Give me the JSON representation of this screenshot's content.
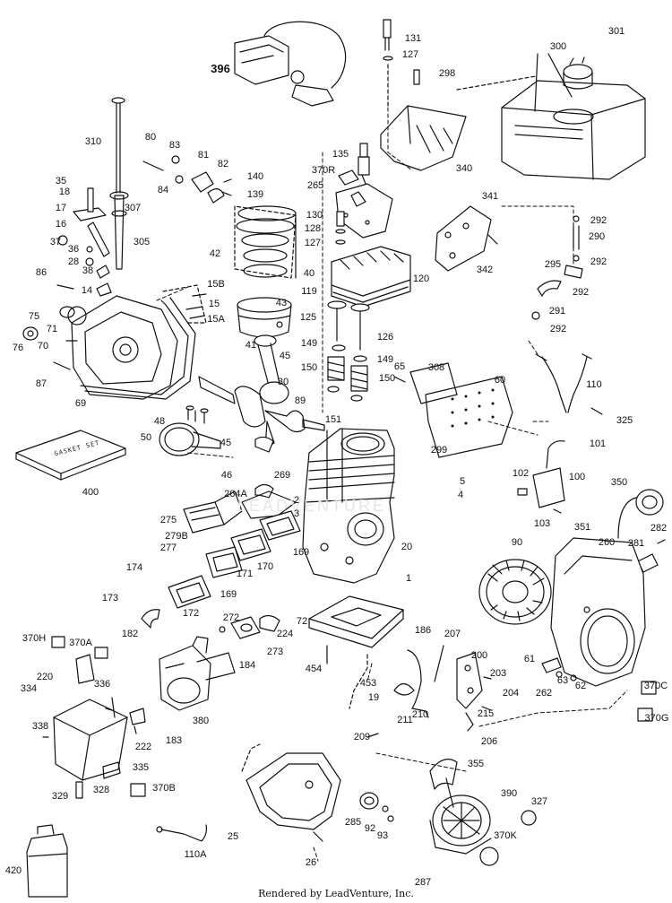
{
  "footer": "Rendered by LeadVenture, Inc.",
  "watermark": "LEADVENTURE",
  "gasket_set_text": "GASKET SET",
  "labels": [
    {
      "id": "396",
      "text": "396",
      "big": true
    },
    {
      "id": "131",
      "text": "131"
    },
    {
      "id": "127a",
      "text": "127"
    },
    {
      "id": "298",
      "text": "298"
    },
    {
      "id": "301",
      "text": "301"
    },
    {
      "id": "300",
      "text": "300"
    },
    {
      "id": "310",
      "text": "310"
    },
    {
      "id": "80",
      "text": "80"
    },
    {
      "id": "83",
      "text": "83"
    },
    {
      "id": "81",
      "text": "81"
    },
    {
      "id": "82",
      "text": "82"
    },
    {
      "id": "140",
      "text": "140"
    },
    {
      "id": "84",
      "text": "84"
    },
    {
      "id": "139",
      "text": "139"
    },
    {
      "id": "135",
      "text": "135"
    },
    {
      "id": "370R",
      "text": "370R"
    },
    {
      "id": "340",
      "text": "340"
    },
    {
      "id": "265",
      "text": "265"
    },
    {
      "id": "35",
      "text": "35"
    },
    {
      "id": "18",
      "text": "18"
    },
    {
      "id": "307",
      "text": "307"
    },
    {
      "id": "17",
      "text": "17"
    },
    {
      "id": "16",
      "text": "16"
    },
    {
      "id": "305",
      "text": "305"
    },
    {
      "id": "37",
      "text": "37"
    },
    {
      "id": "36",
      "text": "36"
    },
    {
      "id": "28",
      "text": "28"
    },
    {
      "id": "38",
      "text": "38"
    },
    {
      "id": "86",
      "text": "86"
    },
    {
      "id": "14",
      "text": "14"
    },
    {
      "id": "42",
      "text": "42"
    },
    {
      "id": "40",
      "text": "40"
    },
    {
      "id": "130",
      "text": "130"
    },
    {
      "id": "128",
      "text": "128"
    },
    {
      "id": "127b",
      "text": "127"
    },
    {
      "id": "341",
      "text": "341"
    },
    {
      "id": "342",
      "text": "342"
    },
    {
      "id": "292a",
      "text": "292"
    },
    {
      "id": "290",
      "text": "290"
    },
    {
      "id": "292b",
      "text": "292"
    },
    {
      "id": "295",
      "text": "295"
    },
    {
      "id": "292c",
      "text": "292"
    },
    {
      "id": "291",
      "text": "291"
    },
    {
      "id": "292d",
      "text": "292"
    },
    {
      "id": "15B",
      "text": "15B"
    },
    {
      "id": "15",
      "text": "15"
    },
    {
      "id": "15A",
      "text": "15A"
    },
    {
      "id": "43",
      "text": "43"
    },
    {
      "id": "41",
      "text": "41"
    },
    {
      "id": "119",
      "text": "119"
    },
    {
      "id": "120",
      "text": "120"
    },
    {
      "id": "125",
      "text": "125"
    },
    {
      "id": "126",
      "text": "126"
    },
    {
      "id": "75",
      "text": "75"
    },
    {
      "id": "71",
      "text": "71"
    },
    {
      "id": "76",
      "text": "76"
    },
    {
      "id": "70",
      "text": "70"
    },
    {
      "id": "87",
      "text": "87"
    },
    {
      "id": "69",
      "text": "69"
    },
    {
      "id": "45a",
      "text": "45"
    },
    {
      "id": "149a",
      "text": "149"
    },
    {
      "id": "150a",
      "text": "150"
    },
    {
      "id": "149b",
      "text": "149"
    },
    {
      "id": "150b",
      "text": "150"
    },
    {
      "id": "151",
      "text": "151"
    },
    {
      "id": "65",
      "text": "65"
    },
    {
      "id": "308",
      "text": "308"
    },
    {
      "id": "60",
      "text": "60"
    },
    {
      "id": "110",
      "text": "110"
    },
    {
      "id": "30",
      "text": "30"
    },
    {
      "id": "89",
      "text": "89"
    },
    {
      "id": "48",
      "text": "48"
    },
    {
      "id": "325",
      "text": "325"
    },
    {
      "id": "299",
      "text": "299"
    },
    {
      "id": "50",
      "text": "50"
    },
    {
      "id": "45b",
      "text": "45"
    },
    {
      "id": "101",
      "text": "101"
    },
    {
      "id": "400",
      "text": "400"
    },
    {
      "id": "46",
      "text": "46"
    },
    {
      "id": "269",
      "text": "269"
    },
    {
      "id": "5",
      "text": "5"
    },
    {
      "id": "102",
      "text": "102"
    },
    {
      "id": "100",
      "text": "100"
    },
    {
      "id": "4",
      "text": "4"
    },
    {
      "id": "350",
      "text": "350"
    },
    {
      "id": "264A",
      "text": "264A"
    },
    {
      "id": "2",
      "text": "2"
    },
    {
      "id": "3",
      "text": "3"
    },
    {
      "id": "103",
      "text": "103"
    },
    {
      "id": "275",
      "text": "275"
    },
    {
      "id": "279B",
      "text": "279B"
    },
    {
      "id": "351",
      "text": "351"
    },
    {
      "id": "282",
      "text": "282"
    },
    {
      "id": "90",
      "text": "90"
    },
    {
      "id": "260",
      "text": "260"
    },
    {
      "id": "277",
      "text": "277"
    },
    {
      "id": "169a",
      "text": "169"
    },
    {
      "id": "20",
      "text": "20"
    },
    {
      "id": "281",
      "text": "281"
    },
    {
      "id": "174",
      "text": "174"
    },
    {
      "id": "171",
      "text": "171"
    },
    {
      "id": "170",
      "text": "170"
    },
    {
      "id": "1",
      "text": "1"
    },
    {
      "id": "173",
      "text": "173"
    },
    {
      "id": "169b",
      "text": "169"
    },
    {
      "id": "172",
      "text": "172"
    },
    {
      "id": "72",
      "text": "72"
    },
    {
      "id": "272",
      "text": "272"
    },
    {
      "id": "224",
      "text": "224"
    },
    {
      "id": "186",
      "text": "186"
    },
    {
      "id": "207",
      "text": "207"
    },
    {
      "id": "370H",
      "text": "370H"
    },
    {
      "id": "370A",
      "text": "370A"
    },
    {
      "id": "182",
      "text": "182"
    },
    {
      "id": "273",
      "text": "273"
    },
    {
      "id": "200",
      "text": "200"
    },
    {
      "id": "61",
      "text": "61"
    },
    {
      "id": "184",
      "text": "184"
    },
    {
      "id": "454",
      "text": "454"
    },
    {
      "id": "453",
      "text": "453"
    },
    {
      "id": "203",
      "text": "203"
    },
    {
      "id": "220",
      "text": "220"
    },
    {
      "id": "262",
      "text": "262"
    },
    {
      "id": "63",
      "text": "63"
    },
    {
      "id": "62",
      "text": "62"
    },
    {
      "id": "370C",
      "text": "370C"
    },
    {
      "id": "334",
      "text": "334"
    },
    {
      "id": "336",
      "text": "336"
    },
    {
      "id": "204",
      "text": "204"
    },
    {
      "id": "19",
      "text": "19"
    },
    {
      "id": "380",
      "text": "380"
    },
    {
      "id": "210",
      "text": "210"
    },
    {
      "id": "215",
      "text": "215"
    },
    {
      "id": "370G",
      "text": "370G"
    },
    {
      "id": "338",
      "text": "338"
    },
    {
      "id": "222",
      "text": "222"
    },
    {
      "id": "183",
      "text": "183"
    },
    {
      "id": "211",
      "text": "211"
    },
    {
      "id": "209",
      "text": "209"
    },
    {
      "id": "206",
      "text": "206"
    },
    {
      "id": "335",
      "text": "335"
    },
    {
      "id": "355",
      "text": "355"
    },
    {
      "id": "329",
      "text": "329"
    },
    {
      "id": "328",
      "text": "328"
    },
    {
      "id": "370B",
      "text": "370B"
    },
    {
      "id": "390",
      "text": "390"
    },
    {
      "id": "327",
      "text": "327"
    },
    {
      "id": "285",
      "text": "285"
    },
    {
      "id": "92",
      "text": "92"
    },
    {
      "id": "93",
      "text": "93"
    },
    {
      "id": "25",
      "text": "25"
    },
    {
      "id": "370K",
      "text": "370K"
    },
    {
      "id": "110A",
      "text": "110A"
    },
    {
      "id": "26",
      "text": "26"
    },
    {
      "id": "420",
      "text": "420"
    },
    {
      "id": "287",
      "text": "287"
    }
  ]
}
